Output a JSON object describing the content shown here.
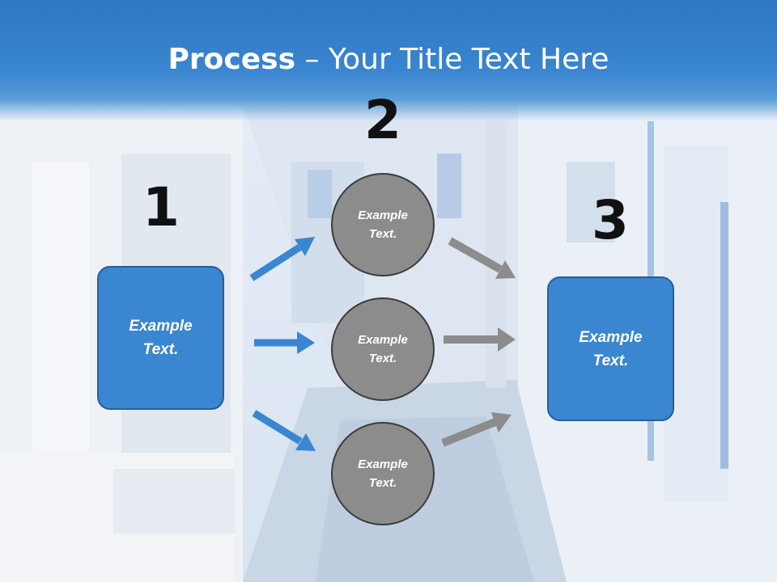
{
  "slide": {
    "title_bold": "Process",
    "title_rest": " – Your Title Text Here"
  },
  "steps": {
    "one": "1",
    "two": "2",
    "three": "3"
  },
  "left_box": {
    "line1": "Example",
    "line2": "Text."
  },
  "right_box": {
    "line1": "Example",
    "line2": "Text."
  },
  "circles": [
    {
      "line1": "Example",
      "line2": "Text."
    },
    {
      "line1": "Example",
      "line2": "Text."
    },
    {
      "line1": "Example",
      "line2": "Text."
    }
  ],
  "colors": {
    "header_blue": "#2f76c0",
    "box_blue": "#3a86d0",
    "arrow_blue": "#3a86d0",
    "circle_gray": "#8c8c8c",
    "arrow_gray": "#8c8c8c"
  }
}
